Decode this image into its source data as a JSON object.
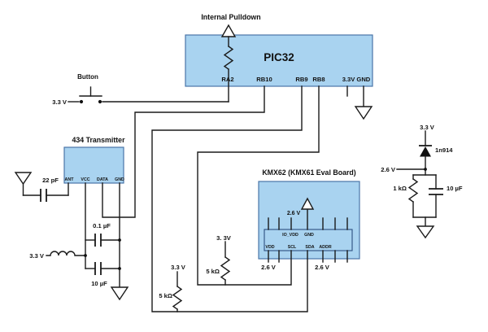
{
  "diagram": {
    "pic32": {
      "title": "PIC32",
      "pulldown_label": "Internal Pulldown",
      "pin_ra2": "RA2",
      "pin_rb10": "RB10",
      "pin_rb9": "RB9",
      "pin_rb8": "RB8",
      "pin_pwr_gnd": "3.3V GND"
    },
    "button": {
      "label": "Button",
      "supply": "3.3 V"
    },
    "transmitter": {
      "title": "434 Transmitter",
      "pin_ant": "ANT",
      "pin_vcc": "VCC",
      "pin_data": "DATA",
      "pin_gnd": "GND",
      "antenna_cap": "22 pF",
      "bypass_cap1": "0.1 µF",
      "bypass_cap2": "10 µF",
      "supply": "3.3 V"
    },
    "i2c": {
      "sda_supply": "3.3 V",
      "sda_pullup": "5 kΩ",
      "scl_supply": "3. 3V",
      "scl_pullup": "5 kΩ"
    },
    "kmx": {
      "title": "KMX62 (KMX61 Eval Board)",
      "io_supply": "2.6 V",
      "pin_io_vdd": "IO_VDD",
      "pin_gnd": "GND",
      "pin_vdd": "VDD",
      "pin_scl": "SCL",
      "pin_sda": "SDA",
      "pin_addr": "ADDR",
      "vdd_supply": "2.6 V",
      "addr_supply": "2.6 V"
    },
    "regulator": {
      "supply": "3.3 V",
      "diode": "1n914",
      "node": "2.6 V",
      "resistor": "1 kΩ",
      "cap": "10 µF"
    }
  },
  "colors": {
    "block_fill": "#a9d3f0",
    "block_border": "#4a76a8",
    "wire": "#1a1a1a",
    "text": "#111111",
    "background": "#ffffff"
  }
}
